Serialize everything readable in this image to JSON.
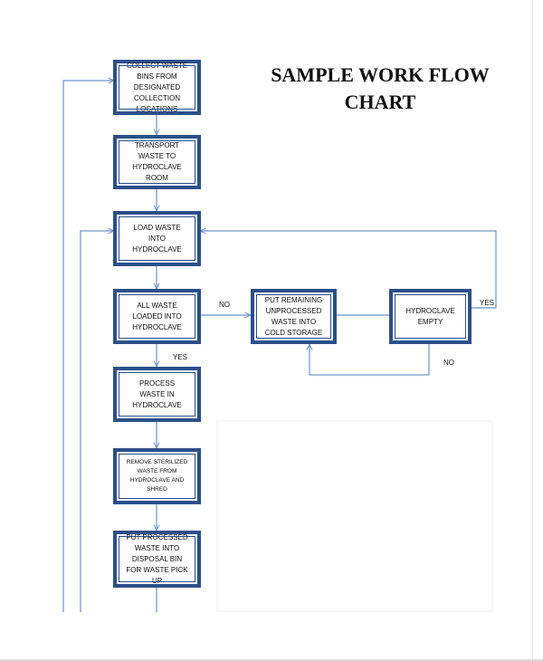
{
  "title": {
    "line1": "SAMPLE WORK FLOW",
    "line2": "CHART"
  },
  "steps": {
    "collect": "COLLECT WASTE BINS FROM DESIGNATED COLLECTION LOCATIONS",
    "transport": "TRANSPORT WASTE TO HYDROCLAVE ROOM",
    "load": "LOAD WASTE INTO HYDROCLAVE",
    "all_loaded": "ALL WASTE LOADED INTO HYDROCLAVE",
    "put_remaining": "PUT REMAINING UNPROCESSED WASTE INTO COLD STORAGE",
    "hydroclave_empty": "HYDROCLAVE EMPTY",
    "process": "PROCESS WASTE IN HYDROCLAVE",
    "remove": "REMOVE STERILIZED WASTE FROM HYDROCLAVE AND SHRED",
    "put_processed": "PUT PROCESSED WASTE INTO DISPOSAL BIN FOR WASTE PICK UP"
  },
  "labels": {
    "no_to_storage": "NO",
    "yes_to_process": "YES",
    "yes_from_empty": "YES",
    "no_from_empty": "NO"
  },
  "colors": {
    "box_border": "#2c4f8a",
    "connector": "#6f93c9"
  }
}
